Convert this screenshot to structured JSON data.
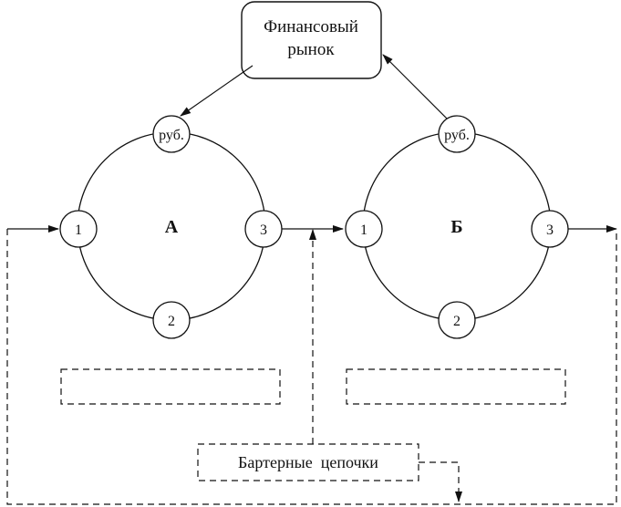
{
  "market": {
    "line1": "Финансовый",
    "line2": "рынок"
  },
  "circuit_a": {
    "label": "А",
    "node_money": "руб.",
    "node_1": "1",
    "node_2": "2",
    "node_3": "3"
  },
  "circuit_b": {
    "label": "Б",
    "node_money": "руб.",
    "node_1": "1",
    "node_2": "2",
    "node_3": "3"
  },
  "barter": {
    "label": "Бартерные  цепочки"
  }
}
